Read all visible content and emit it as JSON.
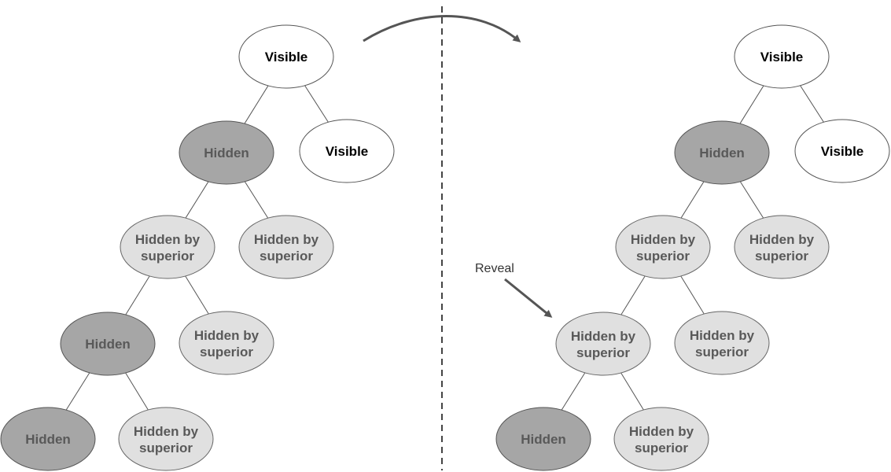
{
  "labels": {
    "visible": "Visible",
    "hidden": "Hidden",
    "superior_line1": "Hidden by",
    "superior_line2": "superior",
    "reveal": "Reveal"
  },
  "colors": {
    "visible_fill": "#ffffff",
    "hidden_fill": "#a6a6a6",
    "superior_fill": "#e0e0e0",
    "stroke": "#555555"
  },
  "left_tree": {
    "nodes": [
      {
        "id": "a",
        "state": "visible"
      },
      {
        "id": "b",
        "state": "hidden"
      },
      {
        "id": "c",
        "state": "visible"
      },
      {
        "id": "d",
        "state": "superior"
      },
      {
        "id": "e",
        "state": "superior"
      },
      {
        "id": "f",
        "state": "hidden"
      },
      {
        "id": "g",
        "state": "superior"
      },
      {
        "id": "h",
        "state": "hidden"
      },
      {
        "id": "i",
        "state": "superior"
      }
    ],
    "edges": [
      [
        "a",
        "b"
      ],
      [
        "a",
        "c"
      ],
      [
        "b",
        "d"
      ],
      [
        "b",
        "e"
      ],
      [
        "d",
        "f"
      ],
      [
        "d",
        "g"
      ],
      [
        "f",
        "h"
      ],
      [
        "f",
        "i"
      ]
    ]
  },
  "right_tree": {
    "nodes": [
      {
        "id": "a",
        "state": "visible"
      },
      {
        "id": "b",
        "state": "hidden"
      },
      {
        "id": "c",
        "state": "visible"
      },
      {
        "id": "d",
        "state": "superior"
      },
      {
        "id": "e",
        "state": "superior"
      },
      {
        "id": "f",
        "state": "superior"
      },
      {
        "id": "g",
        "state": "superior"
      },
      {
        "id": "h",
        "state": "hidden"
      },
      {
        "id": "i",
        "state": "superior"
      }
    ],
    "edges": [
      [
        "a",
        "b"
      ],
      [
        "a",
        "c"
      ],
      [
        "b",
        "d"
      ],
      [
        "b",
        "e"
      ],
      [
        "d",
        "f"
      ],
      [
        "d",
        "g"
      ],
      [
        "f",
        "h"
      ],
      [
        "f",
        "i"
      ]
    ]
  }
}
